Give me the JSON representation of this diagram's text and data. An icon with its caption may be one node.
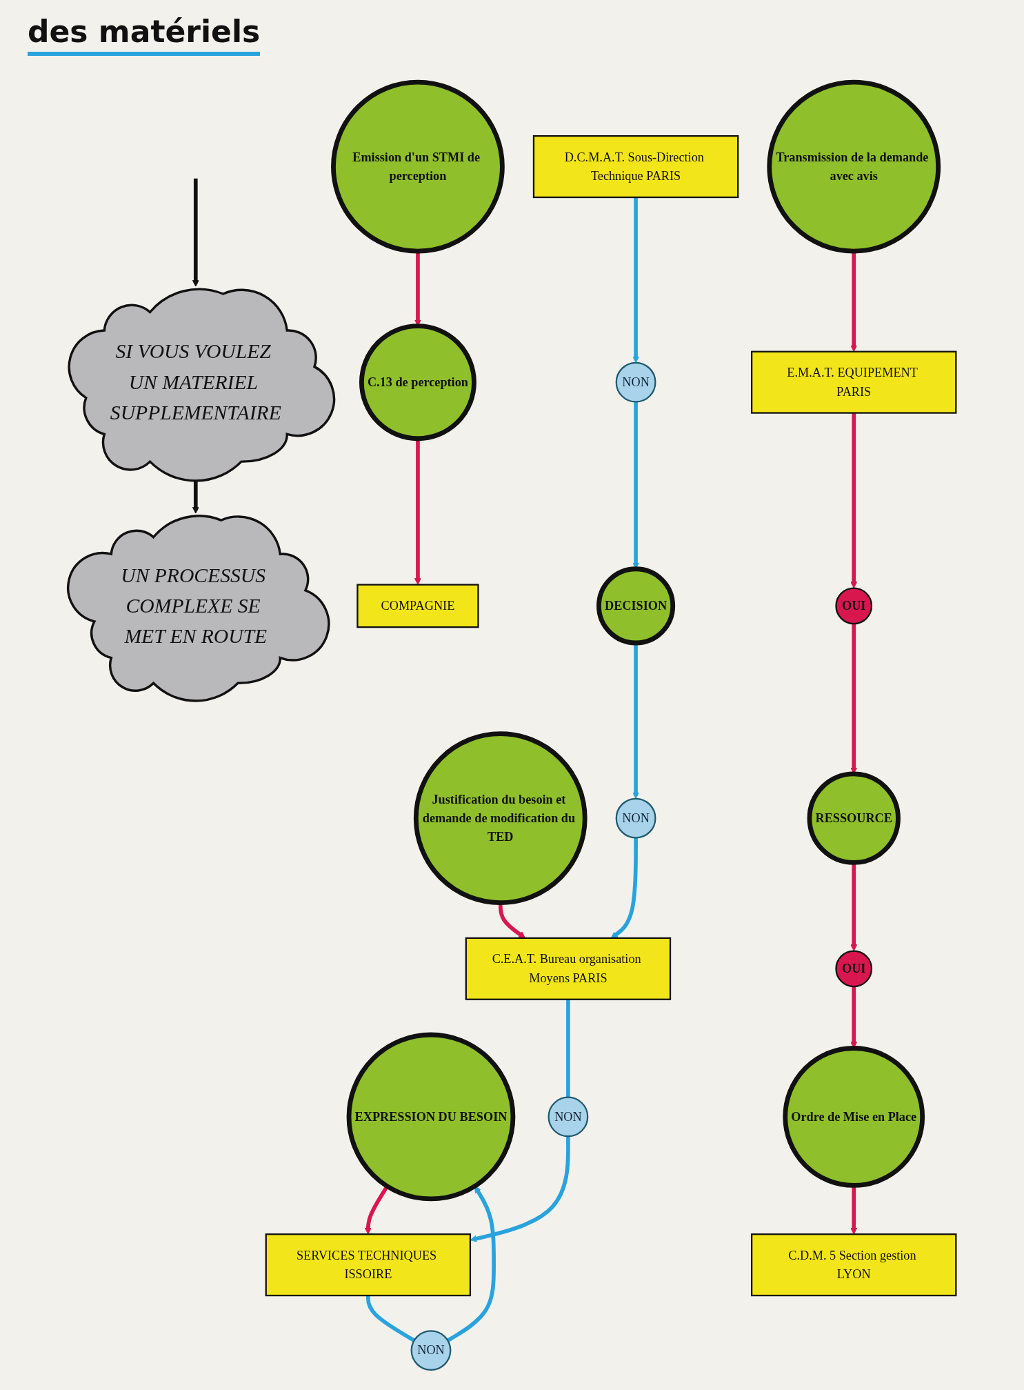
{
  "diagram": {
    "nodes": [
      {
        "text": [
          "SI VOUS VOULEZ UN MATERIEL SUPPLEMENTAIRE"
        ]
      },
      {
        "text": [
          "UN PROCESSUS COMPLEXE SE MET EN ROUTE"
        ]
      },
      {
        "text": [
          "COMPAGNIE"
        ]
      },
      {
        "text": [
          "EXPRESSION DU BESOIN"
        ]
      },
      {
        "text": [
          "C.13 de perception"
        ]
      },
      {
        "text": [
          "NON"
        ]
      },
      {
        "text": [
          "SERVICES TECHNIQUES ISSOIRE"
        ]
      },
      {
        "text": [
          "Justification du besoin et demande de modification du TED"
        ]
      },
      {
        "text": [
          "Emission d'un STMI de perception"
        ]
      },
      {
        "text": [
          "C.D.M. 5 Section gestion LYON"
        ]
      },
      {
        "text": [
          "NON"
        ]
      },
      {
        "text": [
          "C.E.A.T. Bureau organisation Moyens PARIS"
        ]
      },
      {
        "text": [
          "Transmission de la demande avec avis"
        ]
      },
      {
        "text": [
          "Ordre de Mise en Place"
        ]
      },
      {
        "text": [
          "E.M.A.T. EQUIPEMENT PARIS"
        ]
      },
      {
        "text": [
          "OUI"
        ]
      },
      {
        "text": [
          "OUI"
        ]
      },
      {
        "text": [
          "DECISION"
        ]
      },
      {
        "text": [
          "NON"
        ]
      },
      {
        "text": [
          "RESSOURCE"
        ]
      },
      {
        "text": [
          "NON"
        ]
      },
      {
        "text": [
          "D.C.M.A.T. Sous-Direction Technique PARIS"
        ]
      }
    ],
    "edges": [
      {
        "from": null,
        "to": 0,
        "arrow": "to",
        "color": "#111111"
      },
      {
        "from": 0,
        "to": 1,
        "arrow": "to",
        "color": "#111111"
      },
      {
        "from": 3,
        "to": 6,
        "arrow": "to"
      },
      {
        "from": 6,
        "to": 5,
        "arrow": "none",
        "color": "#2aa3dd"
      },
      {
        "from": 5,
        "to": 3,
        "arrow": "to",
        "color": "#2aa3dd"
      },
      {
        "from": 7,
        "to": 11,
        "arrow": "to"
      },
      {
        "from": 11,
        "to": 10,
        "arrow": "none",
        "color": "#2aa3dd"
      },
      {
        "from": 10,
        "to": 6,
        "arrow": "to",
        "color": "#2aa3dd"
      },
      {
        "from": 12,
        "to": 14,
        "arrow": "to"
      },
      {
        "from": 14,
        "to": 15,
        "arrow": "to"
      },
      {
        "from": 15,
        "to": 19,
        "arrow": "to"
      },
      {
        "from": 17,
        "to": 18,
        "arrow": "to",
        "color": "#2aa3dd"
      },
      {
        "from": 18,
        "to": 11,
        "arrow": "to",
        "color": "#2aa3dd"
      },
      {
        "from": 21,
        "to": 20,
        "arrow": "to",
        "color": "#2aa3dd"
      },
      {
        "from": 20,
        "to": 17,
        "arrow": "to",
        "color": "#2aa3dd"
      },
      {
        "from": 19,
        "to": 16,
        "arrow": "to"
      },
      {
        "from": 16,
        "to": 13,
        "arrow": "to"
      },
      {
        "from": 13,
        "to": 9,
        "arrow": "to"
      },
      {
        "from": 8,
        "to": 4,
        "arrow": "to"
      },
      {
        "from": 4,
        "to": 2,
        "arrow": "to"
      }
    ],
    "labels": [
      "des matériels"
    ]
  }
}
